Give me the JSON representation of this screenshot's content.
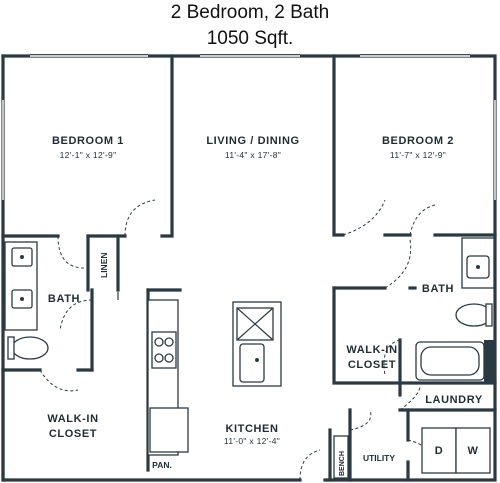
{
  "title": {
    "line1": "2 Bedroom, 2 Bath",
    "line2": "1050 Sqft."
  },
  "rooms": {
    "bedroom1": {
      "name": "BEDROOM 1",
      "dims": "12'-1\" x 12'-9\""
    },
    "living": {
      "name": "LIVING / DINING",
      "dims": "11'-4\" x 17'-8\""
    },
    "bedroom2": {
      "name": "BEDROOM 2",
      "dims": "11'-7\" x 12'-9\""
    },
    "bath1": {
      "name": "BATH"
    },
    "linen": {
      "name": "LINEN"
    },
    "walkin1": {
      "line1": "WALK-IN",
      "line2": "CLOSET"
    },
    "kitchen": {
      "name": "KITCHEN",
      "dims": "11'-0\" x 12'-4\""
    },
    "pantry": {
      "name": "PAN."
    },
    "bath2": {
      "name": "BATH"
    },
    "walkin2": {
      "line1": "WALK-IN",
      "line2": "CLOSET"
    },
    "laundry": {
      "name": "LAUNDRY"
    },
    "utility": {
      "name": "UTILITY"
    },
    "bench": {
      "name": "BENCH"
    },
    "dryer": {
      "name": "D"
    },
    "washer": {
      "name": "W"
    }
  }
}
